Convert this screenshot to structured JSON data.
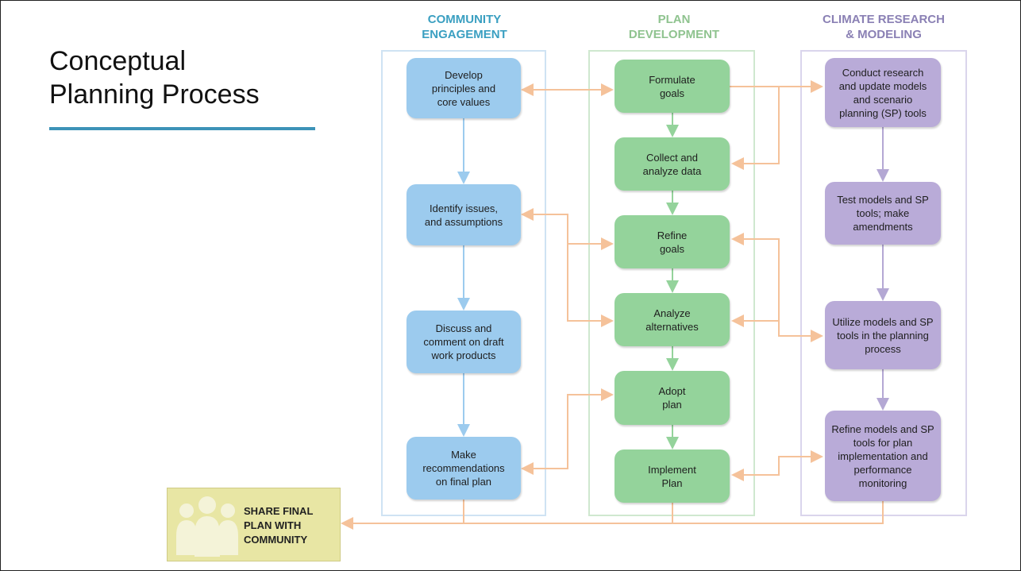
{
  "slide": {
    "title_line1": "Conceptual",
    "title_line2": "Planning Process"
  },
  "columns": [
    {
      "heading": "COMMUNITY\nENGAGEMENT",
      "color": "#3a9fc1",
      "frame_color": "#cfe3f3"
    },
    {
      "heading": "PLAN\nDEVELOPMENT",
      "color": "#8fc38f",
      "frame_color": "#cfe8cf"
    },
    {
      "heading": "CLIMATE RESEARCH\n& MODELING",
      "color": "#8a80b4",
      "frame_color": "#dad5ec"
    }
  ],
  "community_boxes": [
    {
      "label": "Develop\nprinciples and\ncore values"
    },
    {
      "label": "Identify issues,\nand assumptions"
    },
    {
      "label": "Discuss and\ncomment on draft\nwork products"
    },
    {
      "label": "Make\nrecommendations\non final plan"
    }
  ],
  "plan_boxes": [
    {
      "label": "Formulate\ngoals"
    },
    {
      "label": "Collect and\nanalyze data"
    },
    {
      "label": "Refine\ngoals"
    },
    {
      "label": "Analyze\nalternatives"
    },
    {
      "label": "Adopt\nplan"
    },
    {
      "label": "Implement\nPlan"
    }
  ],
  "research_boxes": [
    {
      "label": "Conduct research\nand update models\nand scenario\nplanning (SP) tools"
    },
    {
      "label": "Test models and SP\ntools; make\namendments"
    },
    {
      "label": "Utilize models and SP\ntools in the planning\nprocess"
    },
    {
      "label": "Refine models and SP\ntools for plan\nimplementation and\nperformance\nmonitoring"
    }
  ],
  "share": {
    "label": "SHARE FINAL\nPLAN WITH\nCOMMUNITY",
    "icon": "people-group-icon"
  },
  "colors": {
    "blue_flow": "#9ccbee",
    "green_flow": "#94d39b",
    "purple_flow": "#b4a8d4",
    "orange_link": "#f5c29a",
    "title_rule": "#3d93b8"
  }
}
